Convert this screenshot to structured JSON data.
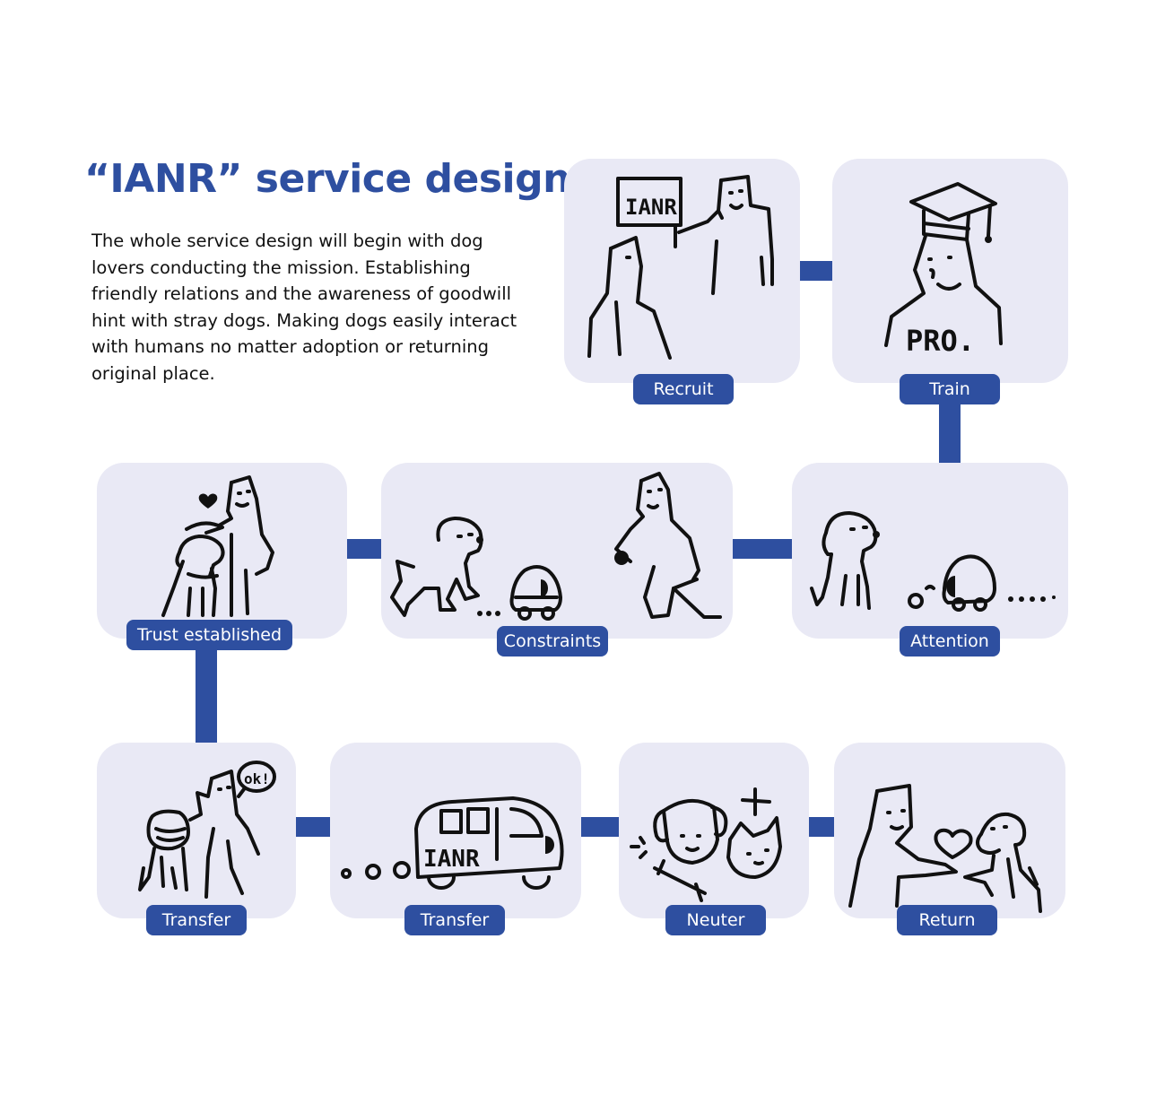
{
  "title": "“IANR” service design",
  "description_lines": [
    "The whole service design will begin with dog",
    "lovers conducting the mission. Establishing",
    "friendly relations and the awareness of goodwill",
    "hint with stray dogs. Making dogs easily interact",
    "with humans no matter adoption or returning",
    "original place."
  ],
  "steps": [
    {
      "label": "Recruit",
      "sign_text": "IANR"
    },
    {
      "label": "Train",
      "badge_text": "PRO."
    },
    {
      "label": "Attention"
    },
    {
      "label": "Constraints"
    },
    {
      "label": "Trust established"
    },
    {
      "label": "Transfer",
      "bubble_text": "ok!"
    },
    {
      "label": "Transfer",
      "van_text": "IANR"
    },
    {
      "label": "Neuter"
    },
    {
      "label": "Return"
    }
  ],
  "colors": {
    "accent": "#2e4fa0",
    "card_bg": "#e9e9f5",
    "ink": "#111111"
  }
}
